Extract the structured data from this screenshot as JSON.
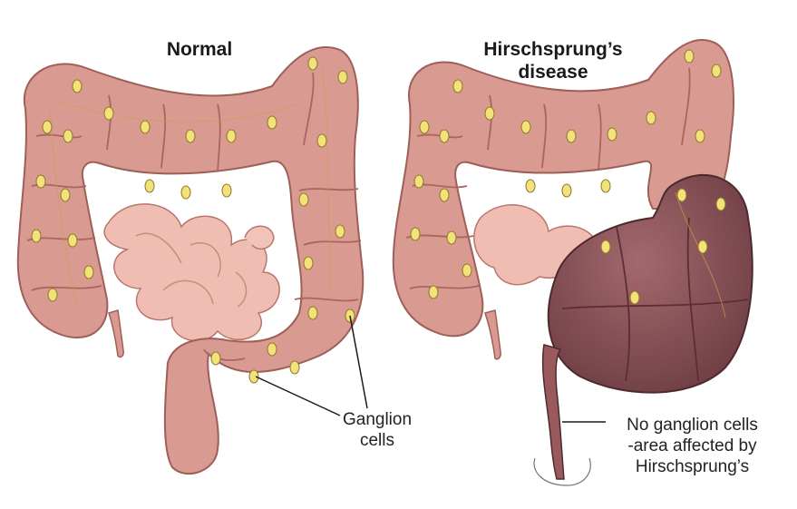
{
  "panels": {
    "normal": {
      "title": "Normal"
    },
    "hirschsprung": {
      "title_line1": "Hirschsprung’s",
      "title_line2": "disease"
    }
  },
  "labels": {
    "ganglion_line1": "Ganglion",
    "ganglion_line2": "cells",
    "affected_line1": "No ganglion cells",
    "affected_line2": "-area affected by",
    "affected_line3": "Hirschsprung’s"
  },
  "colors": {
    "colon": "#d99a92",
    "colon_dark": "#b36f68",
    "small_intestine": "#f0bdb2",
    "enlarged_colon": "#8a5358",
    "ganglion_cell": "#f3e27a"
  }
}
